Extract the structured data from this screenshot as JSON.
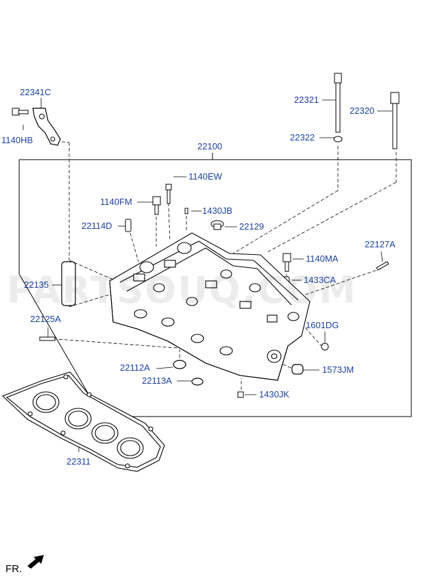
{
  "diagram": {
    "watermark": "PARTSOUQ.COM",
    "front_marker": "FR.",
    "labels": {
      "p22341C": "22341C",
      "p1140HB": "1140HB",
      "p22321": "22321",
      "p22320": "22320",
      "p22322": "22322",
      "p22100": "22100",
      "p1140FM": "1140FM",
      "p1140EW": "1140EW",
      "p1430JB": "1430JB",
      "p22114D": "22114D",
      "p22129": "22129",
      "p22127A": "22127A",
      "p1140MA": "1140MA",
      "p22135": "22135",
      "p1433CA": "1433CA",
      "p22125A": "22125A",
      "p1601DG": "1601DG",
      "p22112A": "22112A",
      "p1573JM": "1573JM",
      "p22113A": "22113A",
      "p1430JK": "1430JK",
      "p22311": "22311"
    },
    "colors": {
      "label": "#1a3fa0",
      "line": "#000000"
    }
  }
}
